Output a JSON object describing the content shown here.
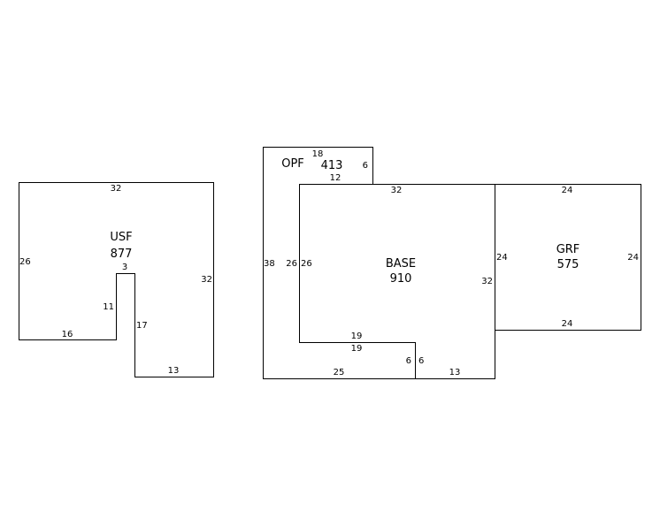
{
  "sections": {
    "usf": {
      "name": "USF",
      "area": "877",
      "dims": {
        "top": "32",
        "left": "26",
        "right": "32",
        "bottom_left": "16",
        "notch_top": "3",
        "notch_left": "11",
        "notch_right": "17",
        "bottom_right": "13"
      }
    },
    "opf": {
      "name": "OPF",
      "area": "413",
      "dims": {
        "top": "18",
        "small_right": "6",
        "small_bottom": "12",
        "left": "38",
        "inner_left": "26",
        "inner_bottom": "19",
        "inner_bottom2": "19",
        "inner_step": "6",
        "bottom": "25"
      }
    },
    "base": {
      "name": "BASE",
      "area": "910",
      "dims": {
        "top": "32",
        "left": "26",
        "right": "32",
        "step": "6",
        "bottom": "13"
      }
    },
    "grf": {
      "name": "GRF",
      "area": "575",
      "dims": {
        "top": "24",
        "left": "24",
        "right": "24",
        "bottom": "24"
      }
    }
  }
}
